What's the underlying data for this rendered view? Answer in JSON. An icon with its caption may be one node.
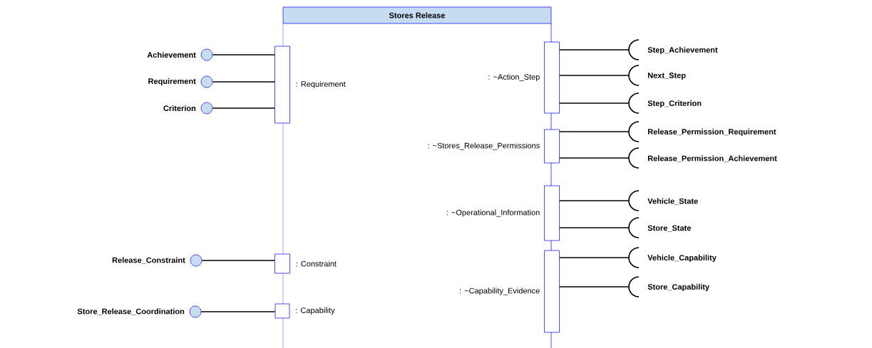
{
  "diagram": {
    "nodes": [
      {
        "text": [
          "Stores Release"
        ]
      },
      {
        "text": [
          ": Requirement"
        ]
      },
      {
        "text": [
          "Achievement"
        ]
      },
      {
        "text": [
          "Requirement"
        ]
      },
      {
        "text": [
          "Criterion"
        ]
      },
      {
        "text": [
          ": ~Action_Step"
        ]
      },
      {
        "text": [
          "Step_Achievement"
        ]
      },
      {
        "text": [
          "Next_Step"
        ]
      },
      {
        "text": [
          "Step_Criterion"
        ]
      },
      {
        "text": [
          ": ~Stores_Release_Permissions"
        ]
      },
      {
        "text": [
          "Release_Permission_Requirement"
        ]
      },
      {
        "text": [
          "Release_Permission_Achievement"
        ]
      },
      {
        "text": [
          ": ~Operational_Information"
        ]
      },
      {
        "text": [
          "Vehicle_State"
        ]
      },
      {
        "text": [
          "Store_State"
        ]
      },
      {
        "text": [
          ": Constraint"
        ]
      },
      {
        "text": [
          "Release_Constraint"
        ]
      },
      {
        "text": [
          ": ~Capability_Evidence"
        ]
      },
      {
        "text": [
          "Vehicle_Capability"
        ]
      },
      {
        "text": [
          "Store_Capability"
        ]
      },
      {
        "text": [
          ": Capability"
        ]
      },
      {
        "text": [
          "Store_Release_Coordination"
        ]
      }
    ],
    "edges": [
      {
        "from": 1,
        "to": 2,
        "arrow": "none"
      },
      {
        "from": 1,
        "to": 3,
        "arrow": "none"
      },
      {
        "from": 1,
        "to": 4,
        "arrow": "none"
      },
      {
        "from": 5,
        "to": 6,
        "arrow": "none"
      },
      {
        "from": 5,
        "to": 7,
        "arrow": "none"
      },
      {
        "from": 5,
        "to": 8,
        "arrow": "none"
      },
      {
        "from": 9,
        "to": 10,
        "arrow": "none"
      },
      {
        "from": 9,
        "to": 11,
        "arrow": "none"
      },
      {
        "from": 12,
        "to": 13,
        "arrow": "none"
      },
      {
        "from": 12,
        "to": 14,
        "arrow": "none"
      },
      {
        "from": 15,
        "to": 16,
        "arrow": "none"
      },
      {
        "from": 17,
        "to": 18,
        "arrow": "none"
      },
      {
        "from": 17,
        "to": 19,
        "arrow": "none"
      },
      {
        "from": 20,
        "to": 21,
        "arrow": "none"
      }
    ]
  }
}
